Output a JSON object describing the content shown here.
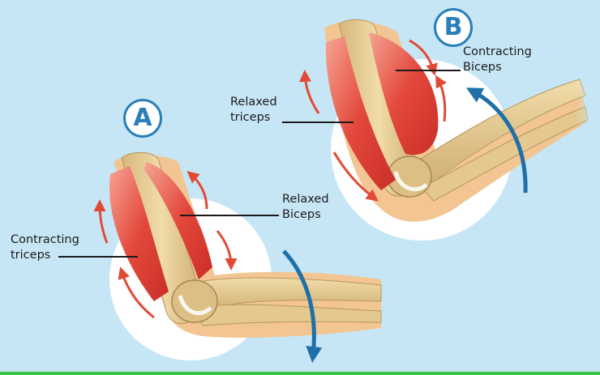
{
  "panels": {
    "a": {
      "badge": "A",
      "label_upper": {
        "line1": "Relaxed",
        "line2": "Biceps"
      },
      "label_lower": {
        "line1": "Contracting",
        "line2": "triceps"
      }
    },
    "b": {
      "badge": "B",
      "label_upper": {
        "line1": "Contracting",
        "line2": "Biceps"
      },
      "label_lower": {
        "line1": "Relaxed",
        "line2": "triceps"
      }
    }
  },
  "colors": {
    "background": "#c7e6f5",
    "bottom_stripe": "#3ec24a",
    "halo": "#ffffff",
    "bone": "#e8cf9b",
    "bone_shadow": "#c7a96b",
    "skin": "#f2c593",
    "muscle": "#e3483c",
    "muscle_light": "#f38b7c",
    "arrow_red": "#e24a35",
    "arrow_blue": "#1f6fa8",
    "badge_ring": "#2a7fb8"
  }
}
